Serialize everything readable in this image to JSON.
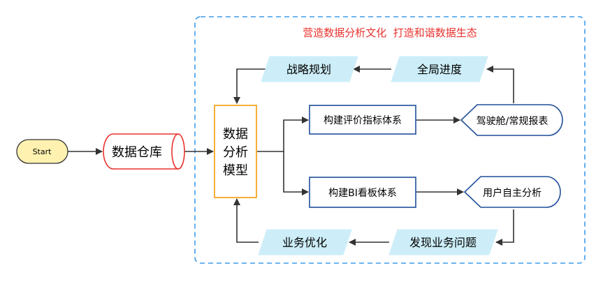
{
  "title": "营造数据分析文化  打造和谐数据生态",
  "nodes": {
    "start": "Start",
    "warehouse": "数据仓库",
    "model": [
      "数据",
      "分析",
      "模型"
    ],
    "strategy": "战略规划",
    "progress": "全局进度",
    "eval_system": "构建评价指标体系",
    "cockpit": "驾驶舱/常规报表",
    "bi_system": "构建BI看板体系",
    "self_analysis": "用户自主分析",
    "optimize": "业务优化",
    "find_problem": "发现业务问题"
  },
  "colors": {
    "dashed_border": "#3d9be9",
    "title_text": "#e8332e",
    "start_fill": "#fff2b0",
    "warehouse_stroke": "#e8332e",
    "model_stroke": "#f5a623",
    "box_stroke": "#1f4e99",
    "para_fill": "#cdeef8",
    "arrow": "#333333"
  }
}
